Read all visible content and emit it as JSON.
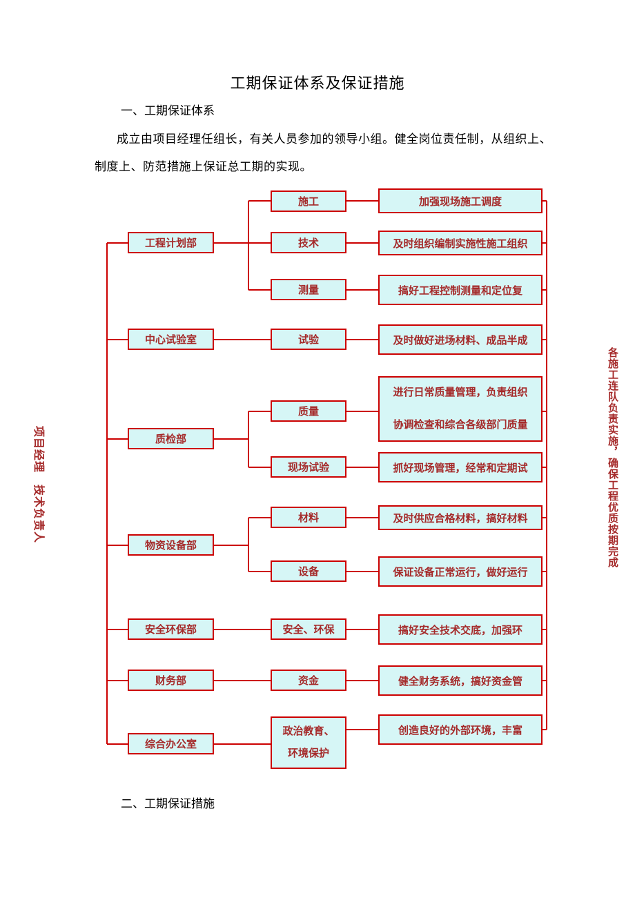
{
  "doc": {
    "title": "工期保证体系及保证措施",
    "section1": "一、工期保证体系",
    "paragraph_line1": "成立由项目经理任组长，有关人员参加的领导小组。健全岗位责任制，从组织上、",
    "paragraph_line2": "制度上、防范措施上保证总工期的实现。",
    "section2": "二、工期保证措施"
  },
  "diagram": {
    "left_label": "项目经理　技术负责人",
    "right_label": "各施工连队负责实施，确保工程优质按期完成",
    "departments": [
      "工程计划部",
      "中心试验室",
      "质检部",
      "物资设备部",
      "安全环保部",
      "财务部",
      "综合办公室"
    ],
    "functions": [
      "施工",
      "技术",
      "测量",
      "试验",
      "质量",
      "现场试验",
      "材料",
      "设备",
      "安全、环保",
      "资金",
      "政治教育、\n环境保护"
    ],
    "measures": [
      "加强现场施工调度",
      "及时组织编制实施性施工组织",
      "搞好工程控制测量和定位复",
      "及时做好进场材料、成品半成",
      "进行日常质量管理，负责组织\n协调检查和综合各级部门质量",
      "抓好现场管理，经常和定期试",
      "及时供应合格材料，搞好材料",
      "保证设备正常运行，做好运行",
      "搞好安全技术交底，加强环",
      "健全财务系统，搞好资金管",
      "创造良好的外部环境，丰富"
    ]
  },
  "colors": {
    "line": "#cc0000",
    "fill": "#d6f6f6",
    "border": "#cc0000",
    "boxtext": "#a52a2a",
    "bodytext": "#000000"
  }
}
